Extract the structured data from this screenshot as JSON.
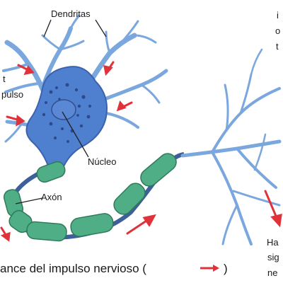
{
  "diagram": {
    "labels": {
      "dendrites": "Dendritas",
      "impulse_left_line1": "t",
      "impulse_left_line2": "pulso",
      "nucleus": "Núcleo",
      "axon": "Axón",
      "caption": "ance del impulso nervioso (",
      "caption_close": ")",
      "right_top_letters": "i\no\nt",
      "right_bottom_line1": "Ha",
      "right_bottom_line2": "sig",
      "right_bottom_line3": "ne"
    },
    "colors": {
      "dendrite_blue": "#6f9fd8",
      "soma_blue": "#4f7fcf",
      "myelin_green": "#4fae86",
      "node_blue": "#3d5f9a",
      "arrow_red": "#e0323a"
    }
  }
}
